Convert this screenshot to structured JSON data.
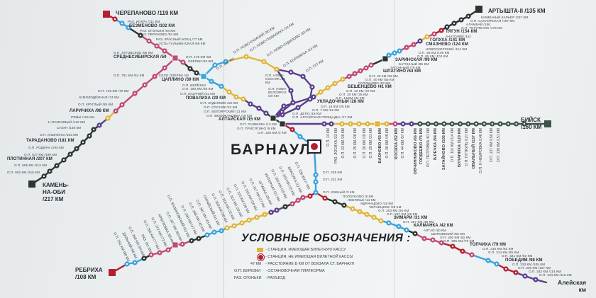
{
  "city": "БАРНАУЛ",
  "colors": {
    "red": "#b32030",
    "pink": "#c04a78",
    "blue": "#3aa4dc",
    "dark": "#2c3630",
    "yellow": "#e0b53a",
    "purple": "#5a3f8c",
    "green": "#3a5548"
  },
  "terminals": {
    "cherepanovo": "ЧЕРЕПАНОВО /119 КМ",
    "artyshta": "АРТЫШТА-II /135 КМ",
    "biysk": [
      "БИЙСК",
      "/160 КМ"
    ],
    "kamen": [
      "КАМЕНЬ-",
      "НА-ОБИ",
      "/217 КМ"
    ],
    "rebrikha": [
      "РЕБРИХА",
      "/108 КМ"
    ],
    "aleysk": [
      "Алейская",
      "км"
    ]
  },
  "labels": {
    "cherepanovo": [
      "РАЗ. ИСКРА /111 КМ",
      "БЕЗМЕНОВО /102 КМ",
      "РАЗ. ОГОНЬКИ /94 КМ",
      "РАЗ. ПЕРУНОВО /93 КМ",
      "РАЗ. КРАСНЫЙ БОЕЦ /77 КМ",
      "УСТЬ-ТАЛЬМЕНСКАЯ /69 КМ",
      "О.П. ЛУГОВСКОЕ /65 КМ",
      "СРЕДНЕСИБИРСКАЯ /59",
      "О.П. 175 КМ /53",
      "ОЗЁРКИ /50 КМ",
      "СЕЛО ОЗЁРКИ /49",
      "ЦАПЛИНО /39 КМ"
    ],
    "kamen": [
      "О.П. 751 КМ /64 КМ",
      "О.П. 745 КМ /70 КМ",
      "В.МОЛОДЁЖНАЯ /74 КМ",
      "О.П. КРУГЛЫЙ /85 КМ",
      "ЛАРИЧИХА /98 КМ",
      "РЯМЫ /115 КМ",
      "Н.ОСИНОВЫЙ /132 КМ",
      "СУЗУН /148 КМ",
      "О.П. КЛЫПИНО /163 КМ",
      "ТАРАДАНОВО /181 КМ",
      "О.П. РОДИНА /194 КМ",
      "О.П. 617 КМ /199 КМ",
      "ПЛОТИННАЯ /207 КМ",
      "О.П. 605 КМ /212 КМ",
      "О.П. 602 КМ /215 КМ"
    ],
    "center": [
      "О.П. БЕРЁЗКИ",
      "О.П. 193 КМ /35 КМ",
      "О.П. КАЗАЧИЙ /31 КМ",
      "ПОВАЛИХА /29 КМ",
      "О.П. ЗУДИЛОВО /28 КМ",
      "О.П. СОСНЯК /22 КМ",
      "О.П. БЕЛОЯРСКИЙ /21 КМ",
      "О.П. ВЕЛИЖАНОВКА /16 КМ",
      "АЛТАЙСКАЯ /15 КМ",
      "О.П. РАЗВИЛКА /12 КМ",
      "О.П. ПРИСЯГИНО /9 КМ",
      "О.П. 226 КМ /2 КМ"
    ],
    "arcs": [
      "О.П. 183 КМ",
      "О.П. НОВО-КАЗАЧИЙ /36 КМ",
      "О.П. НОВО-ПОВАЛИХА /34 КМ",
      "О.П. НОВО-ЗУДИЛОВО /33 КМ",
      "О.П. БОРОВИХА /24 КМ",
      "О.П. 237 КМ",
      "О.П. НОВО-СОСНЯК /23 КМ",
      "О.П. НОВО-БЕЛОЯРСК /20 КМ"
    ],
    "artyshta": [
      "УКЛАДОЧНЫЙ /28 КМ",
      "О.П. 16 КМ /25 КМ",
      "О.П. 7 КМ /22 КМ",
      "О.П. ДЕПО /18 КМ",
      "О.П. АЛТАЙСКАЯ ПЛОЩАДКА /17 КМ",
      "О.П. 17 КМ /32 КМ",
      "О.П. 20 КМ /35 КМ",
      "О.П. 22 КМ /37 КМ",
      "БЕШЕНЦЕВО /41 КМ",
      "ГОЛУБЦОВО /52 КМ",
      "О.П. 40 КМ /55 КМ",
      "О.П. 46 КМ /55 КМ",
      "ШПАГИНО /64 КМ",
      "ЗАГОННЫЙ /75 КМ",
      "БАТУННЫЙ /85 КМ",
      "ЗАРИНСКАЯ /99 КМ",
      "О.П. 85 КМ /103 КМ",
      "О.П. 93 КМ /108 КМ",
      "НОВОСКОРСКИЙ /114 КМ",
      "СМАЗНЕВО /124 КМ",
      "ГОЛУХА /141 КМ",
      "АНАТОЛИЙ /151",
      "ТЯГУН /154 КМ",
      "О.П. ТОГУЛЕНОК /175 КМ",
      "АЛАМБАЙ /186",
      "О.П. САЛАИРСКАЯ /197 КМ",
      "КАМЕННЫЙ КАРЬЕР /207 КМ"
    ],
    "biysk": [
      "О.П. 14 КМ",
      "РАЗ. ЛОСИХА /23 КМ",
      "О.П. 23 КМ /26 КМ",
      "О.П. 25 КМ /28 КМ",
      "О.П. 26 КМ /29 КМ",
      "О.П. 29 КМ /31 КМ",
      "БАОНОВО /43 КМ",
      "О.П. 36 КМ /45 КМ",
      "КОСИХА /52 КМ",
      "О.П. 44 КМ /57 КМ",
      "ОВЧИННИКОВО /66 КМ",
      "ГОРДЕЕВО /75 КМ",
      "О.П. ПЕТРОВКА /81 КМ",
      "Б.РЕЧКА /94 КМ",
      "ЗАГАЙНОВО /105 КМ",
      "О.П. 101 КМ /114 КМ",
      "БУЛАНИХА /120 КМ",
      "О.П. ПУТКУЛЬ /127 КМ",
      "ОВАЛЬНЫЙ /137 КМ",
      "О.П. Н.ЧЕМРОВКА /146 КМ",
      "О.П. 137 КМ /150 КМ",
      "О.П. 138 КМ /151 КМ"
    ],
    "aleysk": [
      "О.П. 229 КМ",
      "О.П. 231 КМ",
      "О.П. ЮЖНЫЙ /3 КМ",
      "ПОЛЗУНОВО /9 КМ",
      "ЛЕБЯЖЬЕ /14 КМ",
      "ЯДРИНЦЕВО /19 КМ",
      "ЧЕРНИЦКОЕ /23 КМ",
      "О.П. 253 КМ /25 КМ",
      "О.П. 257 КМ /29 КМ",
      "ЗИМАРИ /31 КМ",
      "О.П. 267 КМ /39 КМ",
      "КАЛМАНКА /42 КМ",
      "АЛТАЙ /50 КМ",
      "ШИПОВСКИЙ /55 КМ",
      "О.П. 290 КМ /62 КМ",
      "О.П. 296 КМ /70 КМ",
      "ТОПЧИХА /79 КМ",
      "О.П. 310 КМ /82 КМ",
      "О.П. 314 КМ /85 КМ",
      "О.П. 321 КМ /93 КМ",
      "ПОБЕДИМ /98 КМ",
      "О.П. 333 КМ /105 КМ",
      "О.П. 335 КМ /107 КМ",
      "О.П. 342 КМ /114 КМ",
      "О.П. 344 КМ /116 КМ"
    ],
    "rebrikha": [
      "О.П. 251 КМ /98 КМ",
      "ДАЛЬНИЙ /96 КМ",
      "О.П. 258 КМ /94 КМ",
      "РАЗ. /81 КМ",
      "О.П. 266 КМ /77 КМ",
      "О.П. 272 КМ /72 КМ",
      "АРБУЗОВКА /65 КМ",
      "О.П. 287 КМ /60 КМ",
      "О.П. КАЛИНОВСКИЙ /53 КМ",
      "О.П. 296 КМ /47 КМ",
      "О.П. 298 КМ /45 КМ",
      "О.П. 301 КМ /43 КМ",
      "САРАЙСКИЙ /41 КМ",
      "О.П. 303 КМ /38 КМ",
      "О.П. 310 КМ /35 КМ",
      "О.П. 313 КМ /33 КМ",
      "О.П. 315 КМ /30 КМ",
      "О.П. 316 КМ /28 КМ",
      "О.П. 317 КМ /27 КМ",
      "ШТАБКА /26 КМ",
      "ИНТЕРНАТ /22 КМ",
      "О.П. 324 КМ /19 КМ",
      "О.П. 325 КМ /15 КМ",
      "ВЛАСИХА /12 КМ",
      "О.П. 336 КМ /7 КМ"
    ]
  },
  "legend": {
    "title": "УСЛОВНЫЕ ОБОЗНАЧЕНИЯ :",
    "rows": [
      {
        "key": "",
        "desc": "- СТАНЦИЯ, ИМЕЮЩАЯ БИЛЕТНУЮ КАССУ"
      },
      {
        "key": "",
        "desc": "- СТАНЦИЯ, НЕ ИМЕЮЩАЯ БИЛЕТНОЙ КАССЫ"
      },
      {
        "key": "47 КМ",
        "desc": "- РАССТОЯНИЕ В КМ ОТ ВОКЗАЛА СТ. БАРНАУЛ"
      },
      {
        "key": "О.П. БЕРЕЗКИ",
        "desc": "- ОСТАНОВОЧНАЯ ПЛАТФОРМА"
      },
      {
        "key": "РАЗ. ОГОНЬКИ",
        "desc": "- РАЗЪЕЗД"
      }
    ]
  }
}
